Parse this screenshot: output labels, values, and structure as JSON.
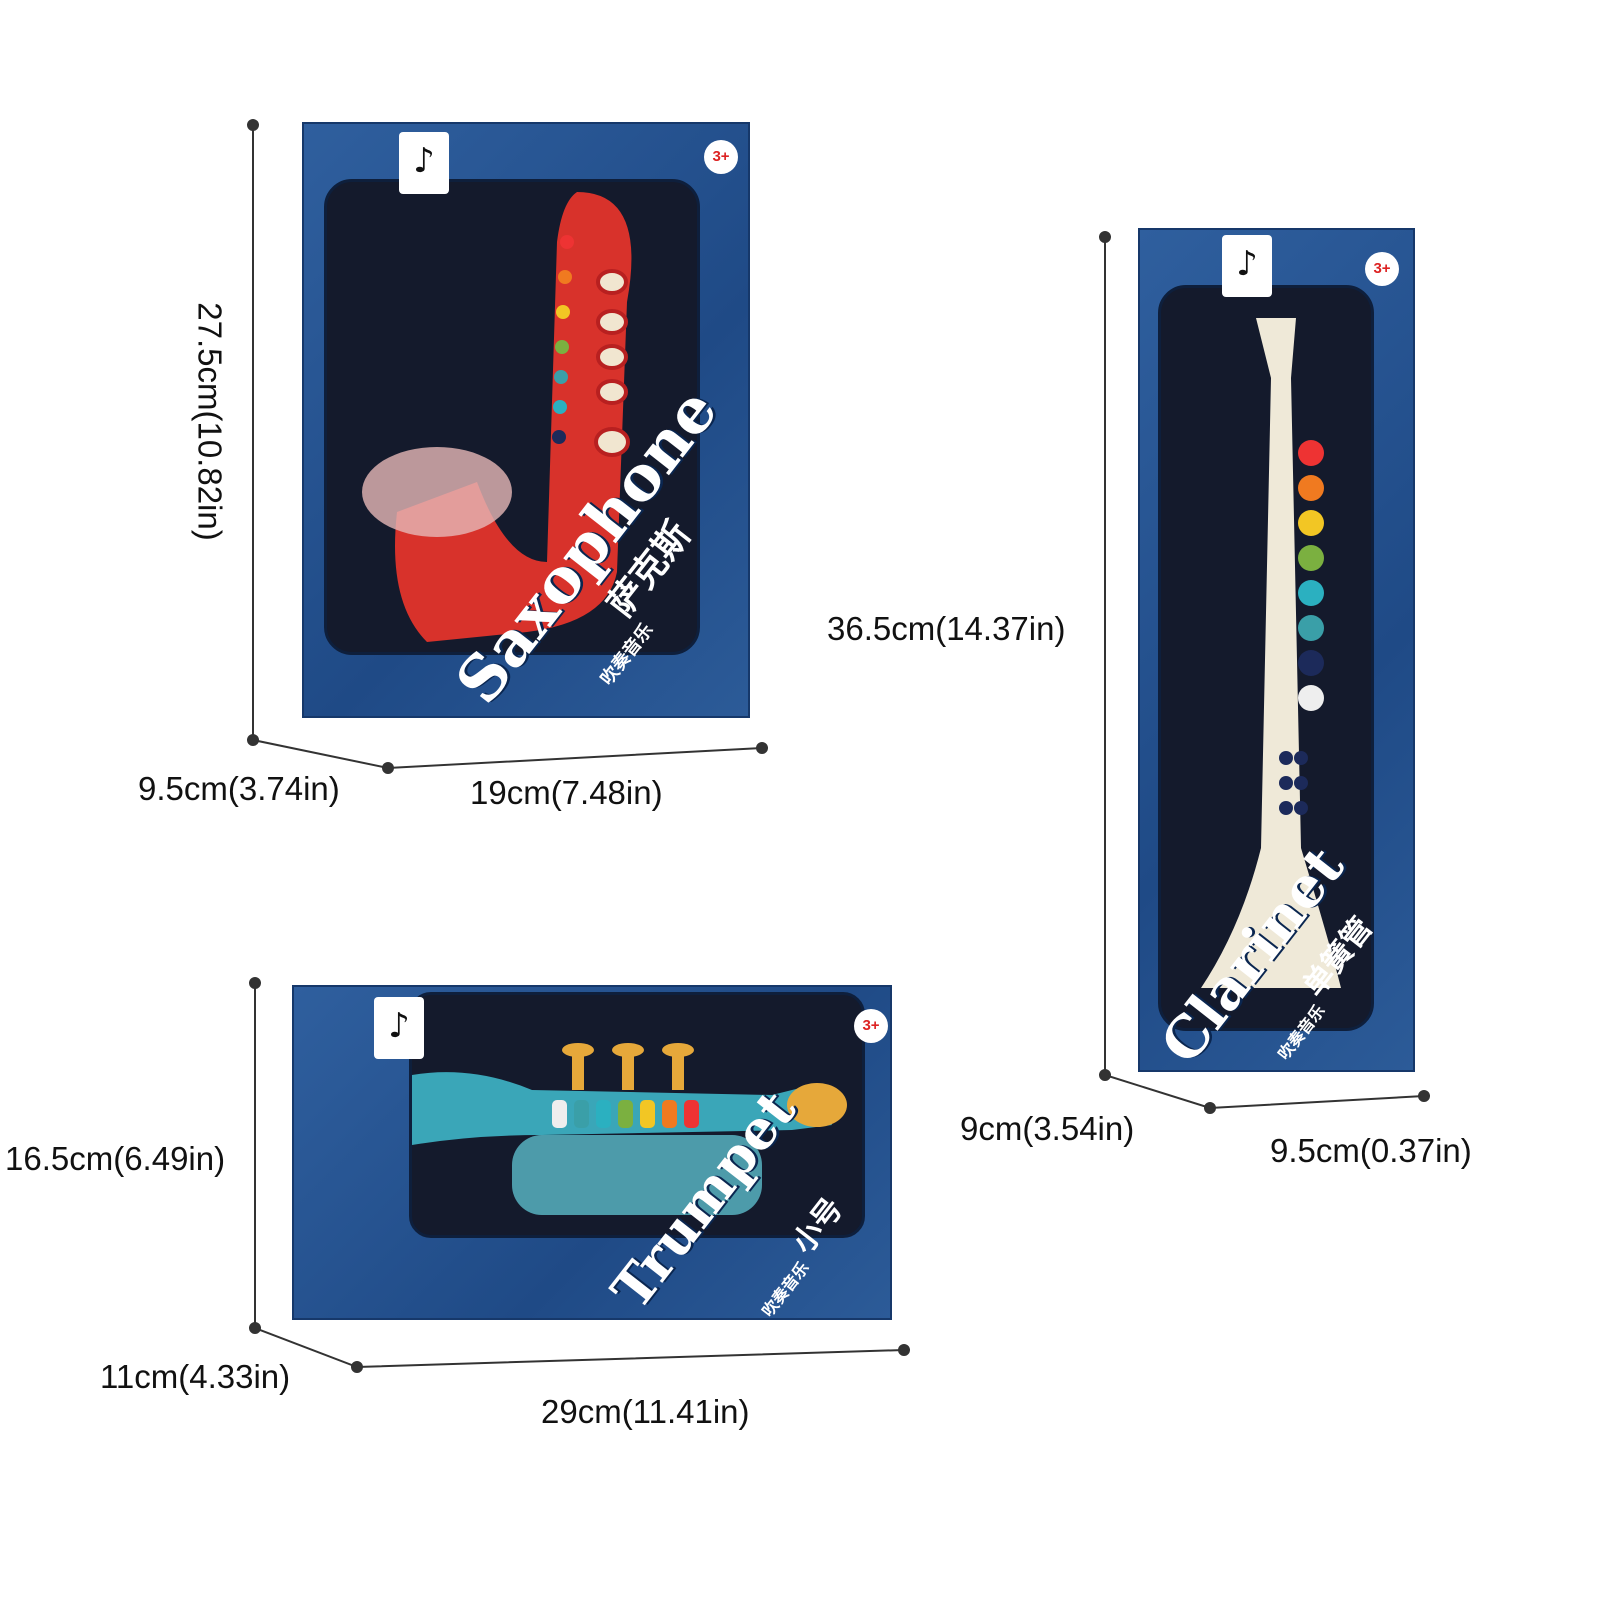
{
  "products": {
    "saxophone": {
      "brand_text": "Saxophone",
      "cn_text": "萨克斯",
      "cn_sub": "吹奏音乐",
      "age": "3+",
      "height_label": "27.5cm(10.82in)",
      "depth_label": "9.5cm(3.74in)",
      "width_label": "19cm(7.48in)"
    },
    "clarinet": {
      "brand_text": "Clarinet",
      "cn_text": "单簧管",
      "cn_sub": "吹奏音乐",
      "age": "3+",
      "height_label": "36.5cm(14.37in)",
      "depth_label": "9cm(3.54in)",
      "width_label": "9.5cm(0.37in)"
    },
    "trumpet": {
      "brand_text": "Trumpet",
      "cn_text": "小号",
      "cn_sub": "吹奏音乐",
      "age": "3+",
      "height_label": "16.5cm(6.49in)",
      "depth_label": "11cm(4.33in)",
      "width_label": "29cm(11.41in)"
    }
  },
  "colors": {
    "box_blue": "#1f4a86",
    "sax_red": "#d8322b",
    "clarinet_ivory": "#efe9d8",
    "trumpet_teal": "#3aa6b8"
  }
}
